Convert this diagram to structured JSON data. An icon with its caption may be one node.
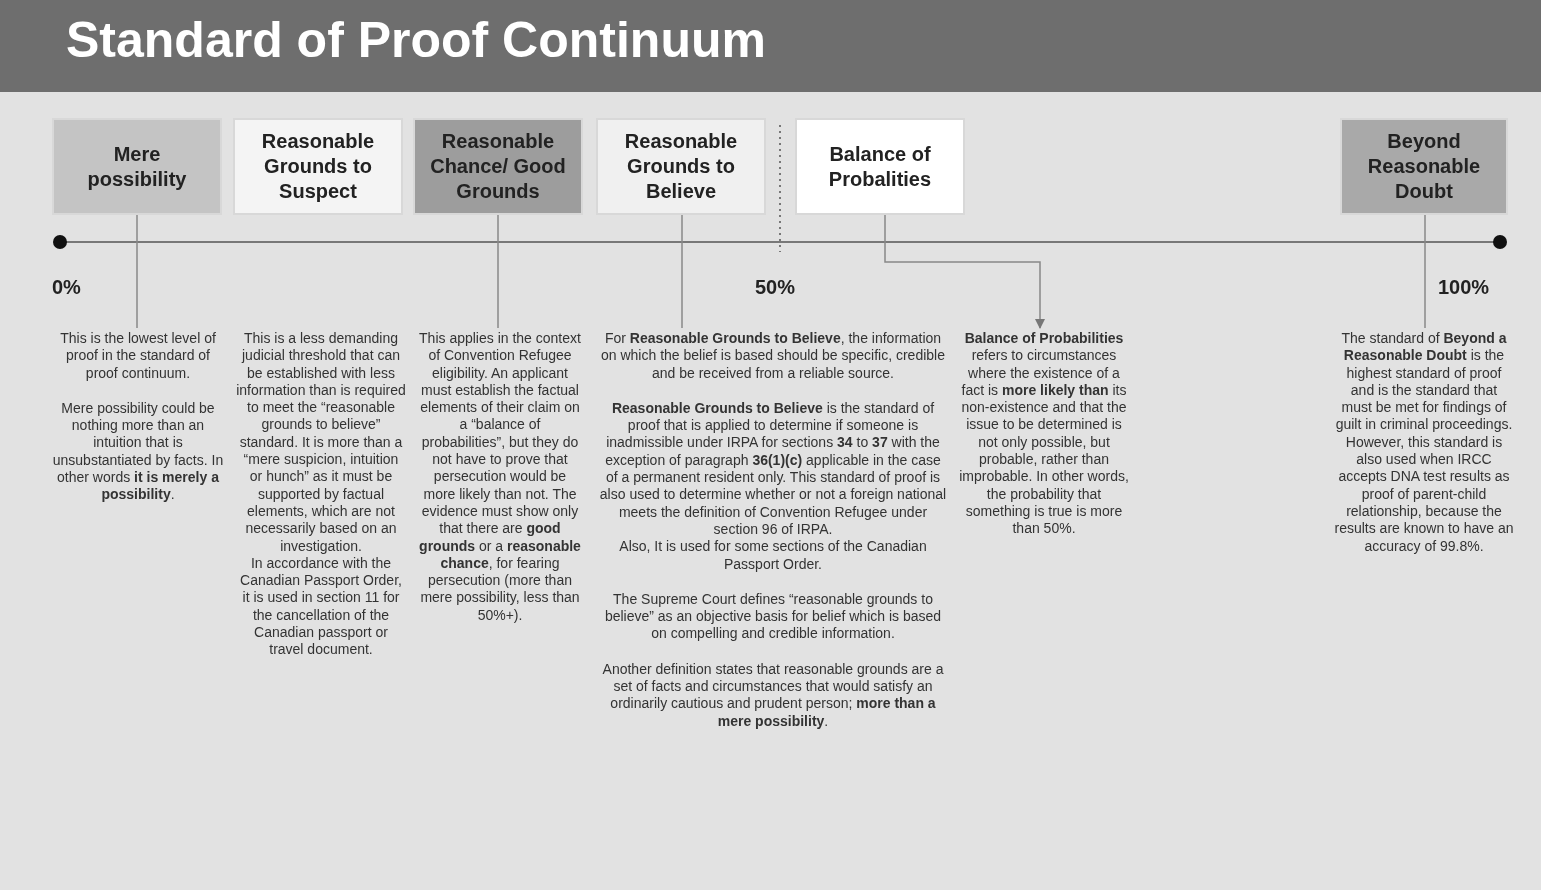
{
  "diagram": {
    "title": "Standard of Proof Continuum",
    "nodes": [
      {
        "text": [
          "Mere possibility"
        ]
      },
      {
        "text": [
          "Reasonable Grounds to Suspect"
        ]
      },
      {
        "text": [
          "Reasonable Chance/ Good Grounds"
        ]
      },
      {
        "text": [
          "Reasonable Grounds to Believe"
        ]
      },
      {
        "text": [
          "Balance of Probalities"
        ]
      },
      {
        "text": [
          "Beyond Reasonable Doubt"
        ]
      },
      {
        "text": [
          "This is the lowest level of proof in the standard of proof continuum.",
          "Mere possibility could be nothing more than an intuition that is unsubstantiated by facts. In other words **it is merely a possibility**."
        ]
      },
      {
        "text": [
          "This is a less demanding judicial threshold that can be established with less information than is required to meet the “reasonable grounds to believe” standard. It is more than a “mere suspicion, intuition or hunch” as it must be supported by factual elements, which are not necessarily based on an investigation.",
          "In accordance with the Canadian Passport Order, it is used in section 11 for the cancellation of the Canadian passport or travel document."
        ]
      },
      {
        "text": [
          "This applies in the context of Convention Refugee eligibility. An applicant must establish the factual elements of their claim on a “balance of probabilities”, but they do not have to prove that persecution would be more likely than not. The evidence must show only that there are **good grounds** or a **reasonable chance**, for fearing persecution (more than mere possibility, less than 50%+)."
        ]
      },
      {
        "text": [
          "For **Reasonable Grounds to Believe**, the information on which the belief is based should be specific, credible and be received from a reliable source.",
          "**Reasonable Grounds to Believe** is the standard of proof that is applied to determine if someone is inadmissible under IRPA for sections **34** to **37** with the exception of paragraph **36(1)(c)** applicable in the case of a permanent resident only. This standard of proof is also used to determine whether or not a foreign national meets the definition of Convention Refugee under section 96 of IRPA.",
          "Also, It is used for some sections of the Canadian Passport Order.",
          "The Supreme Court defines “reasonable grounds to believe” as an objective basis for belief which is based on compelling and credible information.",
          "Another definition states that reasonable grounds are a set of facts and circumstances that would satisfy an ordinarily cautious and prudent person; **more than a mere possibility**."
        ]
      },
      {
        "text": [
          "**Balance of Probabilities** refers to circumstances where the existence of a fact is **more likely than** its non-existence and that the issue to be determined is not only possible, but probable, rather than improbable. In other words, the probability that something is true is more than 50%."
        ]
      },
      {
        "text": [
          "The standard of **Beyond a Reasonable Doubt** is the highest standard of proof and is the standard that must be met for findings of guilt in criminal proceedings. However, this standard is also used when IRCC accepts DNA test results as proof of parent-child relationship, because the results are known to have an accuracy of 99.8%."
        ]
      }
    ],
    "edges": [
      {
        "from": 0,
        "to": 6,
        "arrow": "none"
      },
      {
        "from": 2,
        "to": 8,
        "arrow": "none"
      },
      {
        "from": 3,
        "to": 9,
        "arrow": "none"
      },
      {
        "from": 4,
        "to": 10,
        "arrow": "to"
      },
      {
        "from": 5,
        "to": 11,
        "arrow": "none"
      }
    ],
    "labels": [
      "0%",
      "50%",
      "100%"
    ]
  }
}
